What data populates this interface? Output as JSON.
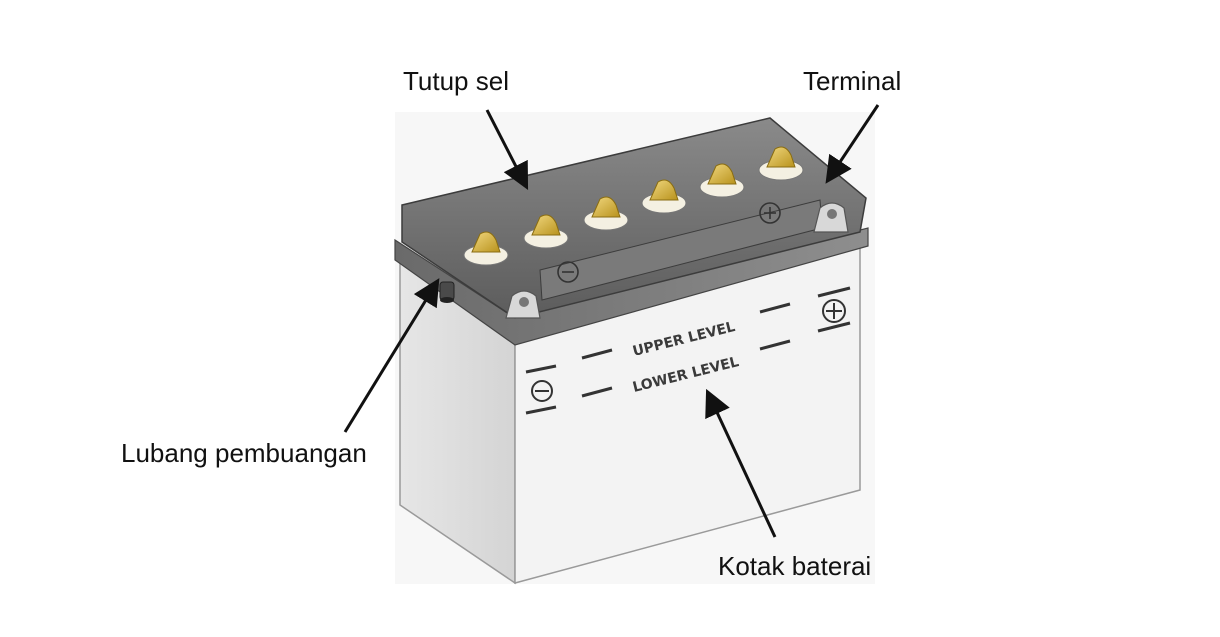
{
  "labels": {
    "cell_cover": "Tutup sel",
    "terminal": "Terminal",
    "drain_hole": "Lubang pembuangan",
    "battery_case": "Kotak baterai"
  },
  "case_markings": {
    "upper_level": "UPPER LEVEL",
    "lower_level": "LOWER LEVEL",
    "negative_symbol": "minus-symbol",
    "positive_symbol": "plus-symbol"
  },
  "colors": {
    "case": "#f2f2f2",
    "lid": "#6e6e6e",
    "cap": "#d9b43a",
    "arrow": "#111111"
  },
  "cell_cap_count": 6
}
